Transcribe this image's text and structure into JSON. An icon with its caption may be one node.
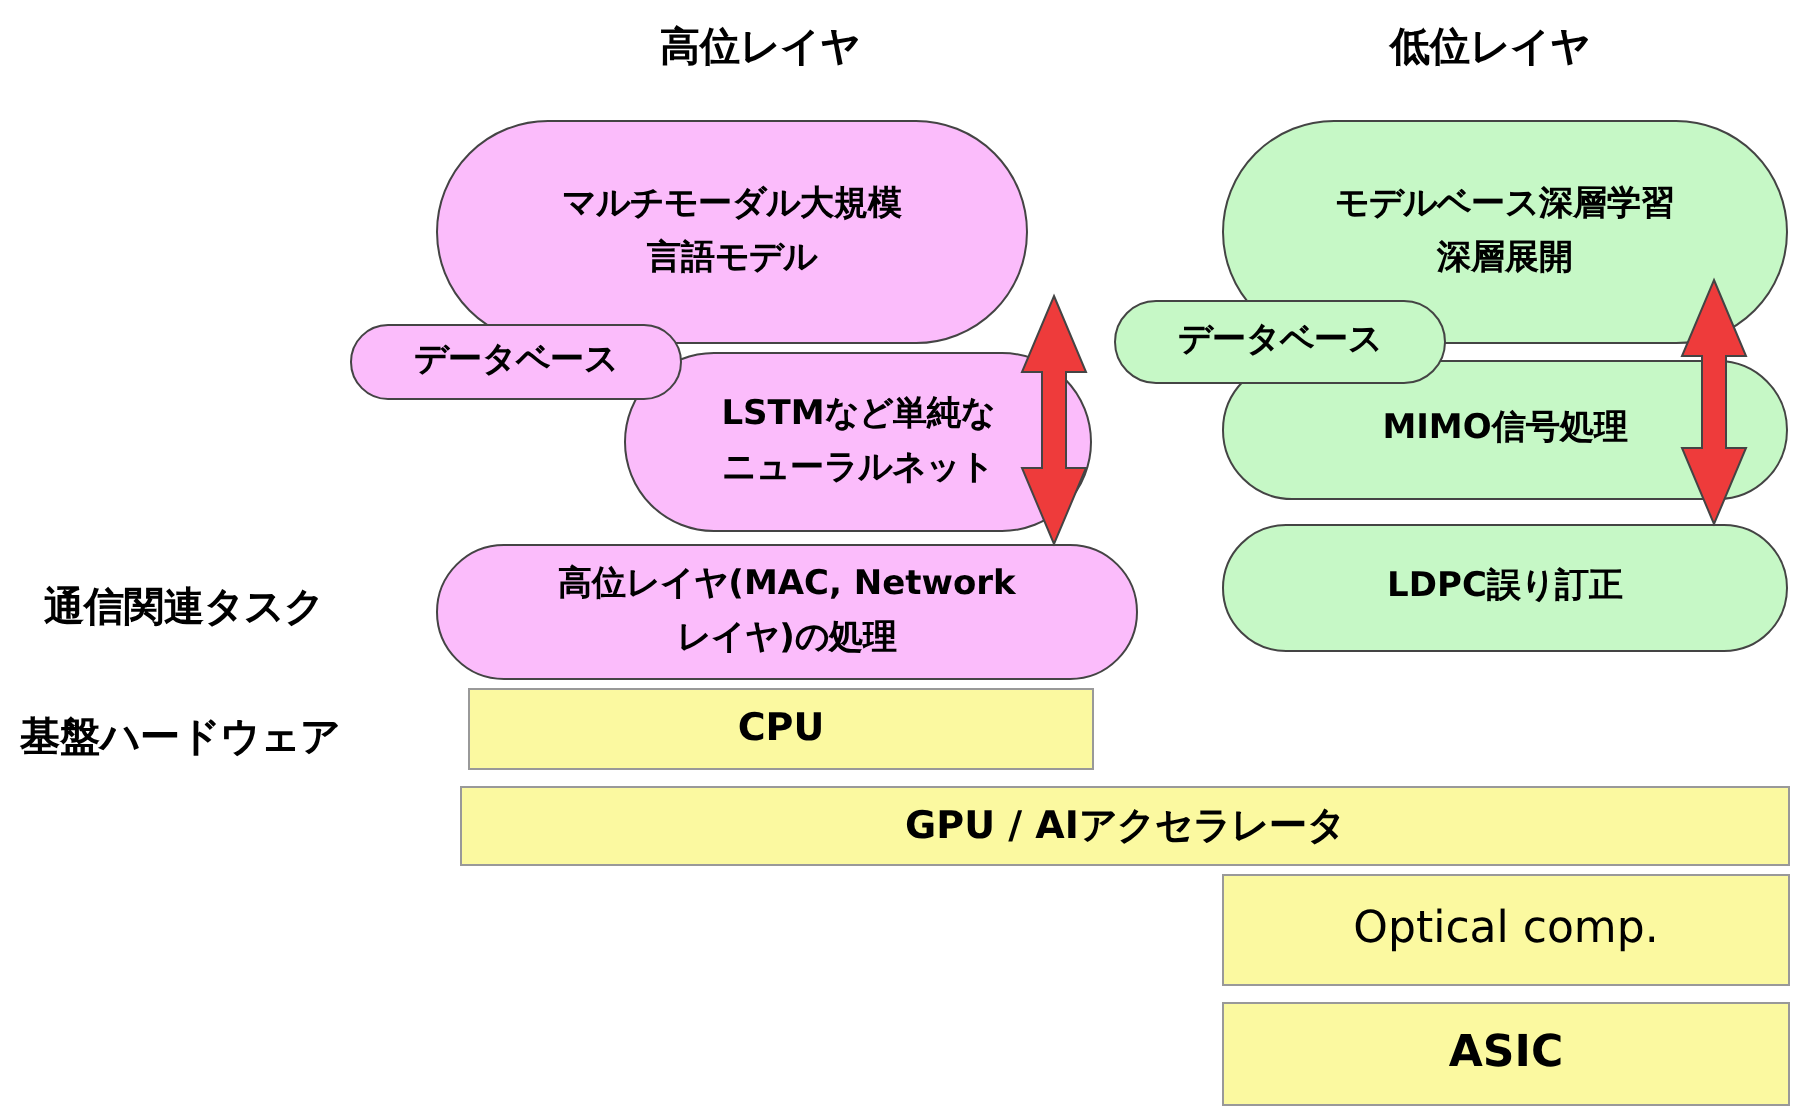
{
  "diagram": {
    "nodes": [
      {
        "text": [
          "マルチモーダル大規模言語モデル"
        ]
      },
      {
        "text": [
          "データベース"
        ]
      },
      {
        "text": [
          "LSTMなど単純なニューラルネット"
        ]
      },
      {
        "text": [
          "高位レイヤ(MAC, Networkレイヤ)の処理"
        ]
      },
      {
        "text": [
          "モデルベース深層学習",
          "深層展開"
        ]
      },
      {
        "text": [
          "データベース"
        ]
      },
      {
        "text": [
          "MIMO信号処理"
        ]
      },
      {
        "text": [
          "LDPC誤り訂正"
        ]
      },
      {
        "text": [
          "CPU"
        ]
      },
      {
        "text": [
          "GPU / AIアクセラレータ"
        ]
      },
      {
        "text": [
          "Optical comp."
        ]
      },
      {
        "text": [
          "ASIC"
        ]
      }
    ],
    "edges": [
      {
        "from": 0,
        "to": 3,
        "arrow": "both",
        "style": "thick",
        "color": "#ee3b3b"
      },
      {
        "from": 4,
        "to": 7,
        "arrow": "both",
        "style": "thick",
        "color": "#ee3b3b"
      }
    ],
    "labels": [
      "高位レイヤ",
      "低位レイヤ",
      "通信関連タスク",
      "基盤ハードウェア"
    ]
  }
}
